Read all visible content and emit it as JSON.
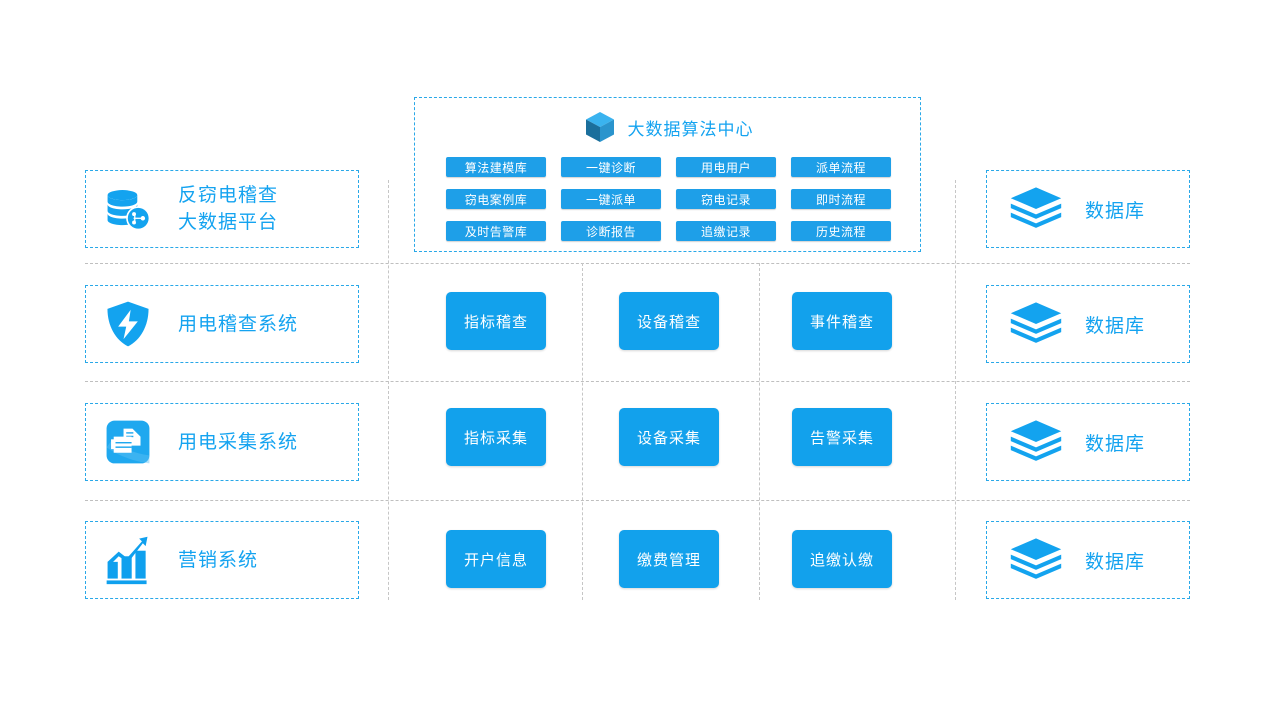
{
  "theme": {
    "accent": "#14a3f0",
    "button_blue": "#12a1ec",
    "chip_blue": "#1e9fe8",
    "dash_blue": "#29a8e8",
    "dash_gray": "#bfbfbf",
    "text_white": "#ffffff",
    "background": "#ffffff"
  },
  "algorithm_center": {
    "title": "大数据算法中心",
    "icon": "cube-icon",
    "chips": [
      "算法建模库",
      "一键诊断",
      "用电用户",
      "派单流程",
      "窃电案例库",
      "一键派单",
      "窃电记录",
      "即时流程",
      "及时告警库",
      "诊断报告",
      "追缴记录",
      "历史流程"
    ]
  },
  "rows": [
    {
      "system": {
        "label": "反窃电稽查\n大数据平台",
        "icon": "database-cylinder-share-icon"
      },
      "modules": [],
      "database": {
        "label": "数据库",
        "icon": "layer-stack-icon"
      }
    },
    {
      "system": {
        "label": "用电稽查系统",
        "icon": "shield-bolt-icon"
      },
      "modules": [
        "指标稽查",
        "设备稽查",
        "事件稽查"
      ],
      "database": {
        "label": "数据库",
        "icon": "layer-stack-icon"
      }
    },
    {
      "system": {
        "label": "用电采集系统",
        "icon": "folder-document-icon"
      },
      "modules": [
        "指标采集",
        "设备采集",
        "告警采集"
      ],
      "database": {
        "label": "数据库",
        "icon": "layer-stack-icon"
      }
    },
    {
      "system": {
        "label": "营销系统",
        "icon": "growth-chart-icon"
      },
      "modules": [
        "开户信息",
        "缴费管理",
        "追缴认缴"
      ],
      "database": {
        "label": "数据库",
        "icon": "layer-stack-icon"
      }
    }
  ]
}
